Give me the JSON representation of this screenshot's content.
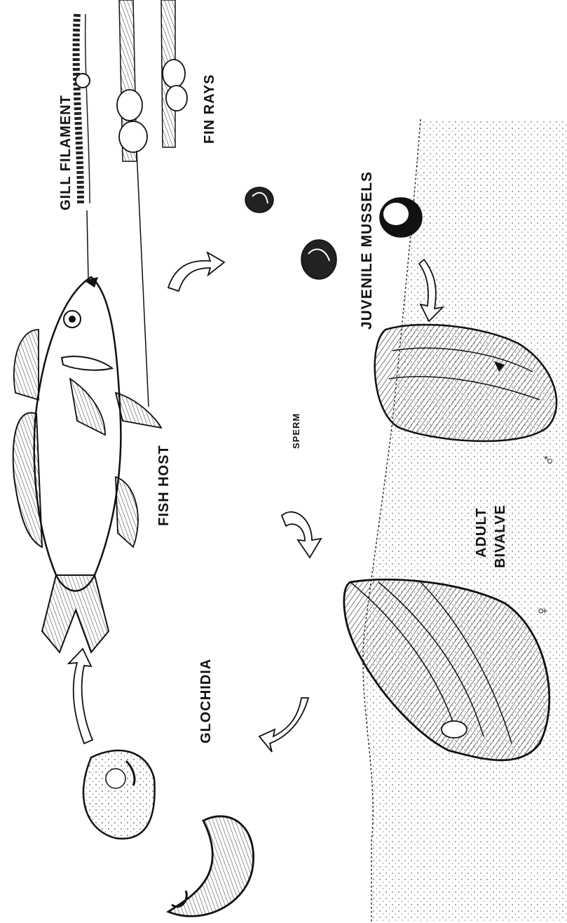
{
  "diagram": {
    "labels": {
      "gill_filament": "GILL FILAMENT",
      "fin_rays": "FIN RAYS",
      "juvenile_mussels": "JUVENILE MUSSELS",
      "fish_host": "FISH HOST",
      "sperm": "SPERM",
      "adult_bivalve_line1": "ADULT",
      "adult_bivalve_line2": "BIVALVE",
      "glochidia": "GLOCHIDIA",
      "male_symbol": "♂",
      "female_symbol": "♀"
    },
    "colors": {
      "ink": "#111111",
      "background": "#ffffff",
      "stipple": "#555555"
    }
  }
}
